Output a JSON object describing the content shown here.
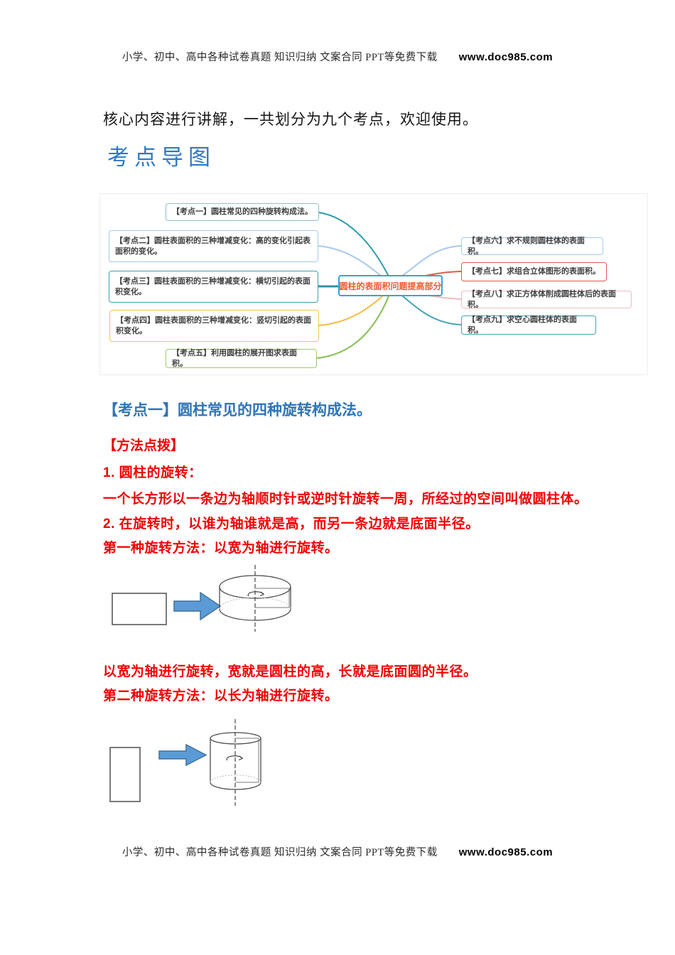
{
  "header": {
    "text": "小学、初中、高中各种试卷真题 知识归纳  文案合同  PPT等免费下载",
    "site": "www.doc985.com"
  },
  "footer": {
    "text": "小学、初中、高中各种试卷真题 知识归纳  文案合同  PPT等免费下载",
    "site": "www.doc985.com"
  },
  "intro": "核心内容进行讲解，一共划分为九个考点，欢迎使用。",
  "map_title": "考点导图",
  "mindmap": {
    "center": {
      "label": "圆柱的表面积问题提高部分",
      "border_color": "#35A3DC",
      "text_color": "#EE5A2B"
    },
    "nodes": [
      {
        "label": "【考点一】圆柱常见的四种旋转构成法。",
        "color": "#8FC0CA"
      },
      {
        "label": "【考点二】圆柱表面积的三种增减变化：高的变化引起表面积的变化。",
        "color": "#A6C9EC"
      },
      {
        "label": "【考点三】圆柱表面积的三种增减变化：横切引起的表面积变化。",
        "color": "#3D9DB3"
      },
      {
        "label": "【考点四】圆柱表面积的三种增减变化：竖切引起的表面积变化。",
        "color": "#F5C34C"
      },
      {
        "label": "【考点五】利用圆柱的展开图求表面积。",
        "color": "#9CCB6B"
      },
      {
        "label": "【考点六】求不规则圆柱体的表面积。",
        "color": "#A6C9EC"
      },
      {
        "label": "【考点七】求组合立体图形的表面积。",
        "color": "#DD5A4C"
      },
      {
        "label": "【考点八】求正方体体削成圆柱体后的表面积。",
        "color": "#F3BBBD"
      },
      {
        "label": "【考点九】求空心圆柱体的表面积。",
        "color": "#44A3B6"
      }
    ]
  },
  "section": {
    "heading": "【考点一】圆柱常见的四种旋转构成法。",
    "heading_color": "#2E75B6"
  },
  "method": {
    "title": "【方法点拨】",
    "point1": "1. 圆柱的旋转：",
    "definition": "一个长方形以一条边为轴顺时针或逆时针旋转一周，所经过的空间叫做圆柱体。",
    "point2": "2. 在旋转时，以谁为轴谁就是高，而另一条边就是底面半径。",
    "rotation1": "第一种旋转方法：以宽为轴进行旋转。",
    "rotation1_note": "以宽为轴进行旋转，宽就是圆柱的高，长就是底面圆的半径。",
    "rotation2": "第二种旋转方法：以长为轴进行旋转。",
    "text_color": "#F20000"
  },
  "colors": {
    "map_title_blue": "#2E79C2",
    "arrow_fill": "#5B9BD5",
    "arrow_border": "#41719C",
    "shape_stroke": "#595959"
  }
}
